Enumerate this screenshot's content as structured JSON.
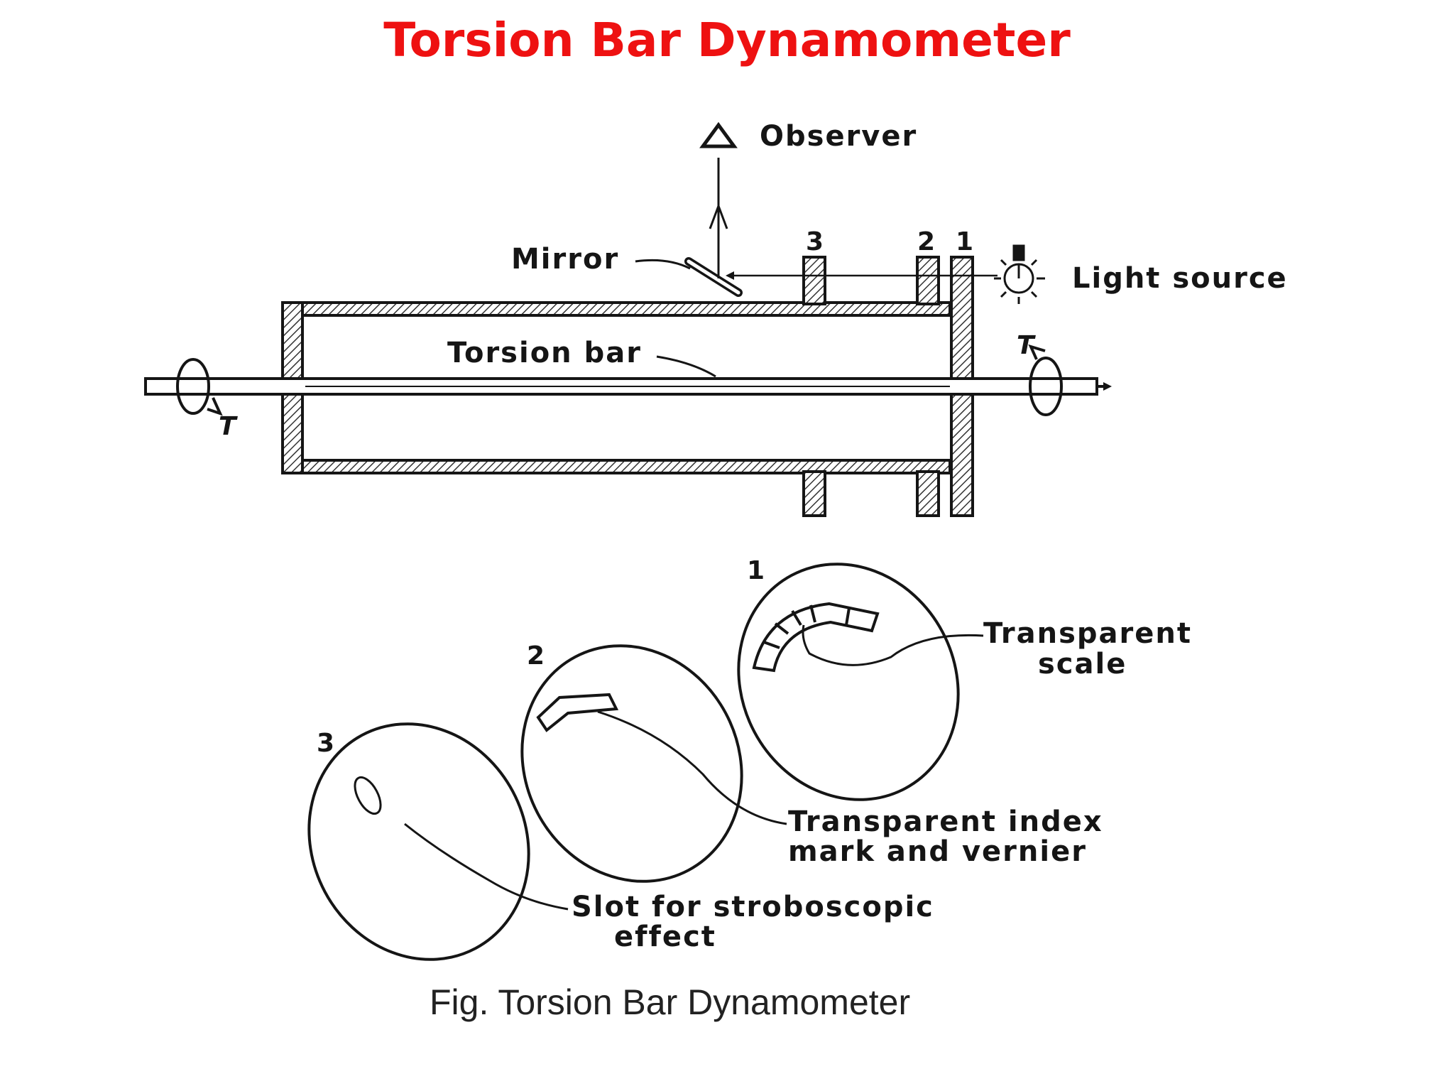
{
  "title": "Torsion Bar Dynamometer",
  "colors": {
    "title": "#ee1111",
    "ink": "#151515",
    "hatch": "#333333"
  },
  "labels": {
    "observer": "Observer",
    "mirror": "Mirror",
    "light_source": "Light source",
    "torsion_bar": "Torsion bar",
    "torque_left": "T",
    "torque_right": "T",
    "disk_1": "1",
    "disk_2": "2",
    "disk_3": "3",
    "transparent_scale_line1": "Transparent",
    "transparent_scale_line2": "scale",
    "index_mark_line1": "Transparent index",
    "index_mark_line2": "mark and vernier",
    "slot_line1": "Slot for stroboscopic",
    "slot_line2": "effect"
  },
  "caption": "Fig. Torsion Bar Dynamometer"
}
